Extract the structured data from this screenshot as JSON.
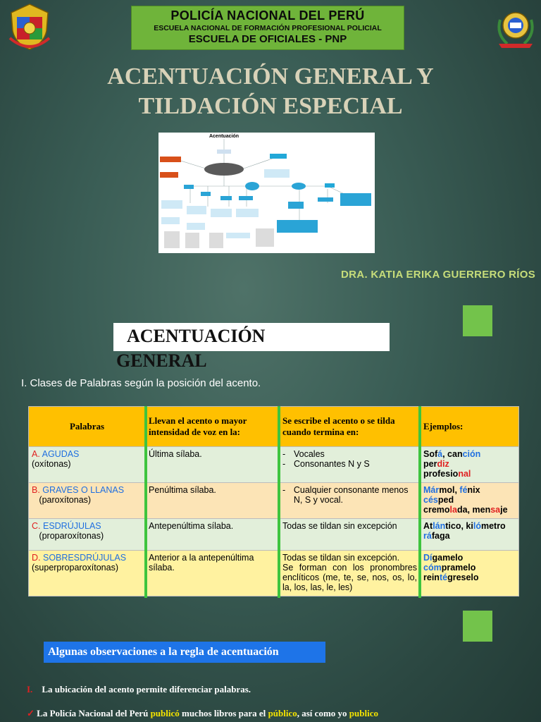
{
  "header": {
    "line1": "POLICÍA NACIONAL DEL PERÚ",
    "line2": "ESCUELA NACIONAL DE FORMACIÓN PROFESIONAL POLICIAL",
    "line3": "ESCUELA DE OFICIALES - PNP"
  },
  "title": {
    "line1": "ACENTUACIÓN GENERAL Y",
    "line2": "TILDACIÓN ESPECIAL"
  },
  "concept_map": {
    "heading": "Acentuación"
  },
  "author": "DRA. KATIA ERIKA GUERRERO RÍOS",
  "section": {
    "title_line1": "ACENTUACIÓN",
    "title_line2": "GENERAL",
    "subheading": "I. Clases de Palabras según la posición del acento."
  },
  "table": {
    "headers": [
      "Palabras",
      "Llevan el acento o mayor intensidad de voz en la:",
      "Se escribe el acento o se tilda cuando termina en:",
      "Ejemplos:"
    ],
    "rows": [
      {
        "letter": "A.",
        "name": "AGUDAS",
        "sub": "(oxítonas)",
        "stress": "Última sílaba.",
        "rule": [
          "Vocales",
          "Consonantes N y S"
        ],
        "examples": "Sofá, canción perdiz profesional"
      },
      {
        "letter": "B.",
        "name": "GRAVES O LLANAS",
        "sub": "(paroxítonas)",
        "stress": "Penúltima sílaba.",
        "rule": [
          "Cualquier consonante menos N, S y vocal."
        ],
        "examples": "Mármol, fénix césped cremolada, mensaje"
      },
      {
        "letter": "C.",
        "name": "ESDRÚJULAS",
        "sub": "(proparoxítonas)",
        "stress": "Antepenúltima sílaba.",
        "rule": [
          "Todas se tildan sin excepción"
        ],
        "examples": "Atlántico, kilómetro ráfaga"
      },
      {
        "letter": "D.",
        "name": "SOBRESDRÚJULAS",
        "sub": "(superproparoxítonas)",
        "stress": "Anterior a la antepenúltima sílaba.",
        "rule": [
          "Todas se tildan sin excepción.",
          "Se forman con los pronombres enclíticos (me, te, se, nos, os, lo, la, los, las, le, les)"
        ],
        "examples": "Dígamelo cómpramelo reintégreselo"
      }
    ]
  },
  "observations": {
    "heading": "Algunas observaciones a la regla de acentuación",
    "item1_marker": "I.",
    "item1": "La ubicación del acento permite diferenciar palabras.",
    "item2_parts": [
      "La Policía Nacional del Perú ",
      "publicó",
      " muchos libros para el ",
      "público",
      ", así como yo ",
      "publico"
    ]
  },
  "colors": {
    "header_green": "#6fb43a",
    "table_header": "#ffc000",
    "accent_blue": "#1f6fe0",
    "accent_red": "#e02020",
    "observations_box": "#1e74e8"
  }
}
